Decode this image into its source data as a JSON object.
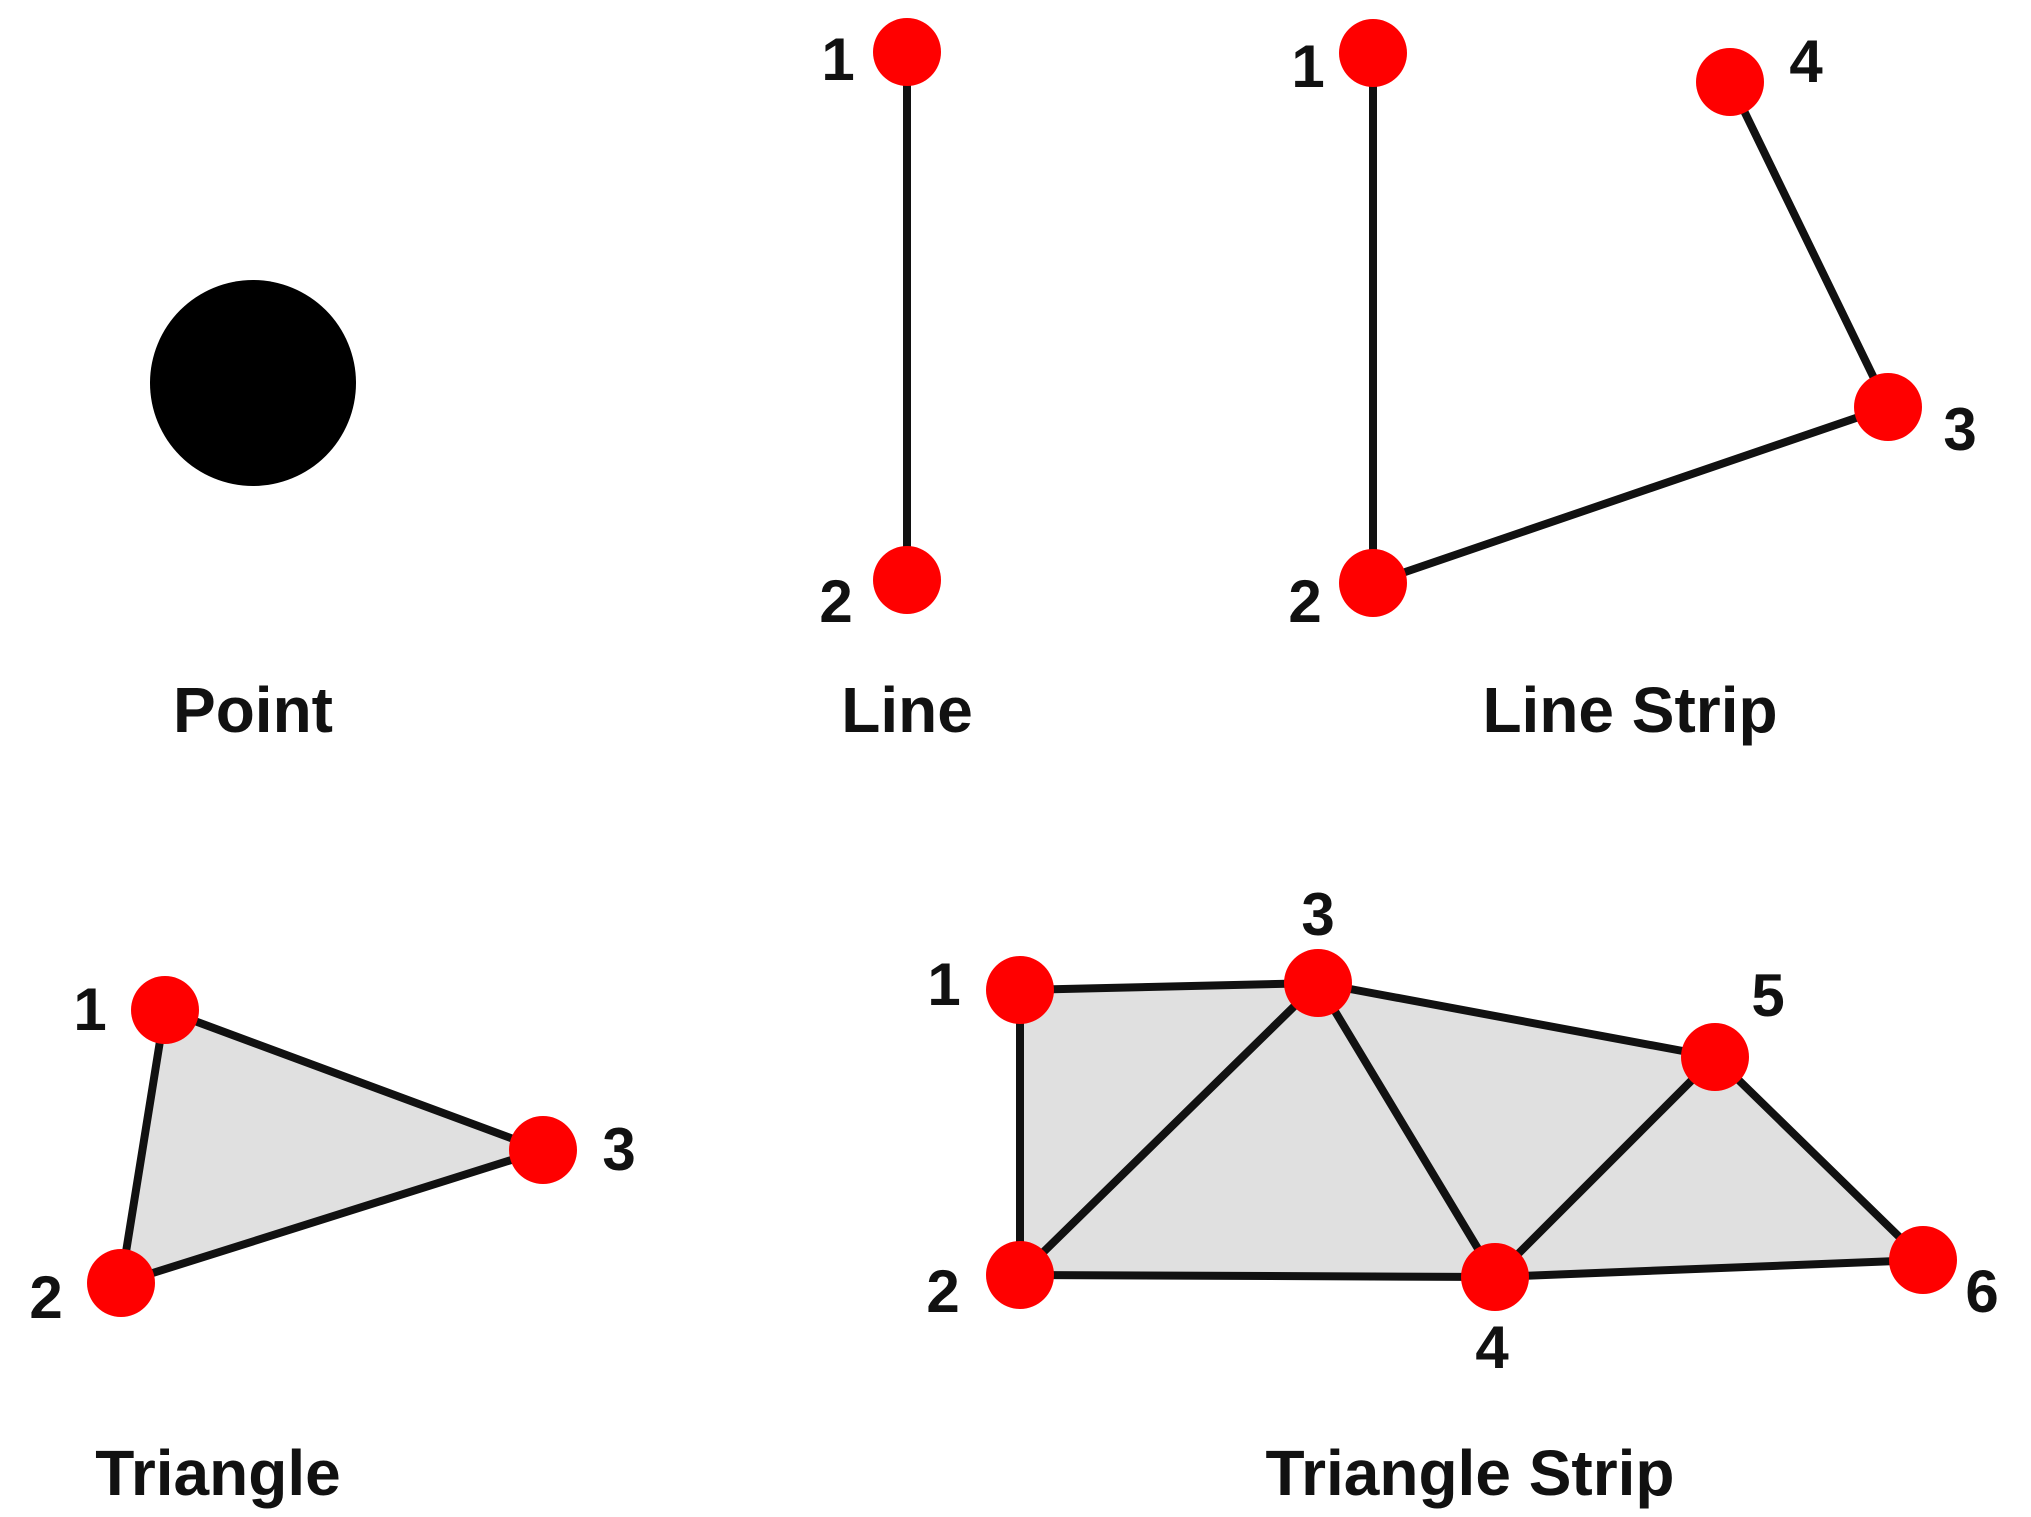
{
  "colors": {
    "vertex": "#ff0000",
    "edge": "#111111",
    "face": "#e0e0e0",
    "point": "#000000",
    "background": "#ffffff"
  },
  "panels": [
    {
      "id": "point",
      "caption": "Point",
      "labels": []
    },
    {
      "id": "line",
      "caption": "Line",
      "labels": [
        "1",
        "2"
      ]
    },
    {
      "id": "line-strip",
      "caption": "Line Strip",
      "labels": [
        "1",
        "2",
        "3",
        "4"
      ]
    },
    {
      "id": "triangle",
      "caption": "Triangle",
      "labels": [
        "1",
        "2",
        "3"
      ]
    },
    {
      "id": "triangle-strip",
      "caption": "Triangle Strip",
      "labels": [
        "1",
        "2",
        "3",
        "4",
        "5",
        "6"
      ]
    }
  ]
}
